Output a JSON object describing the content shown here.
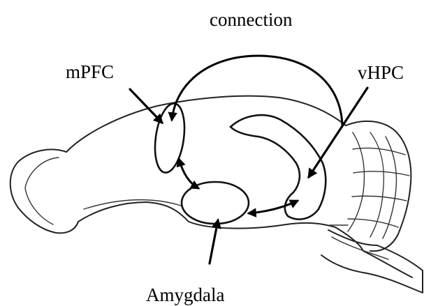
{
  "labels": {
    "connection": "connection",
    "mpfc": "mPFC",
    "vhpc": "vHPC",
    "amygdala": "Amygdala"
  },
  "colors": {
    "line": "#000000",
    "background": "#ffffff"
  }
}
